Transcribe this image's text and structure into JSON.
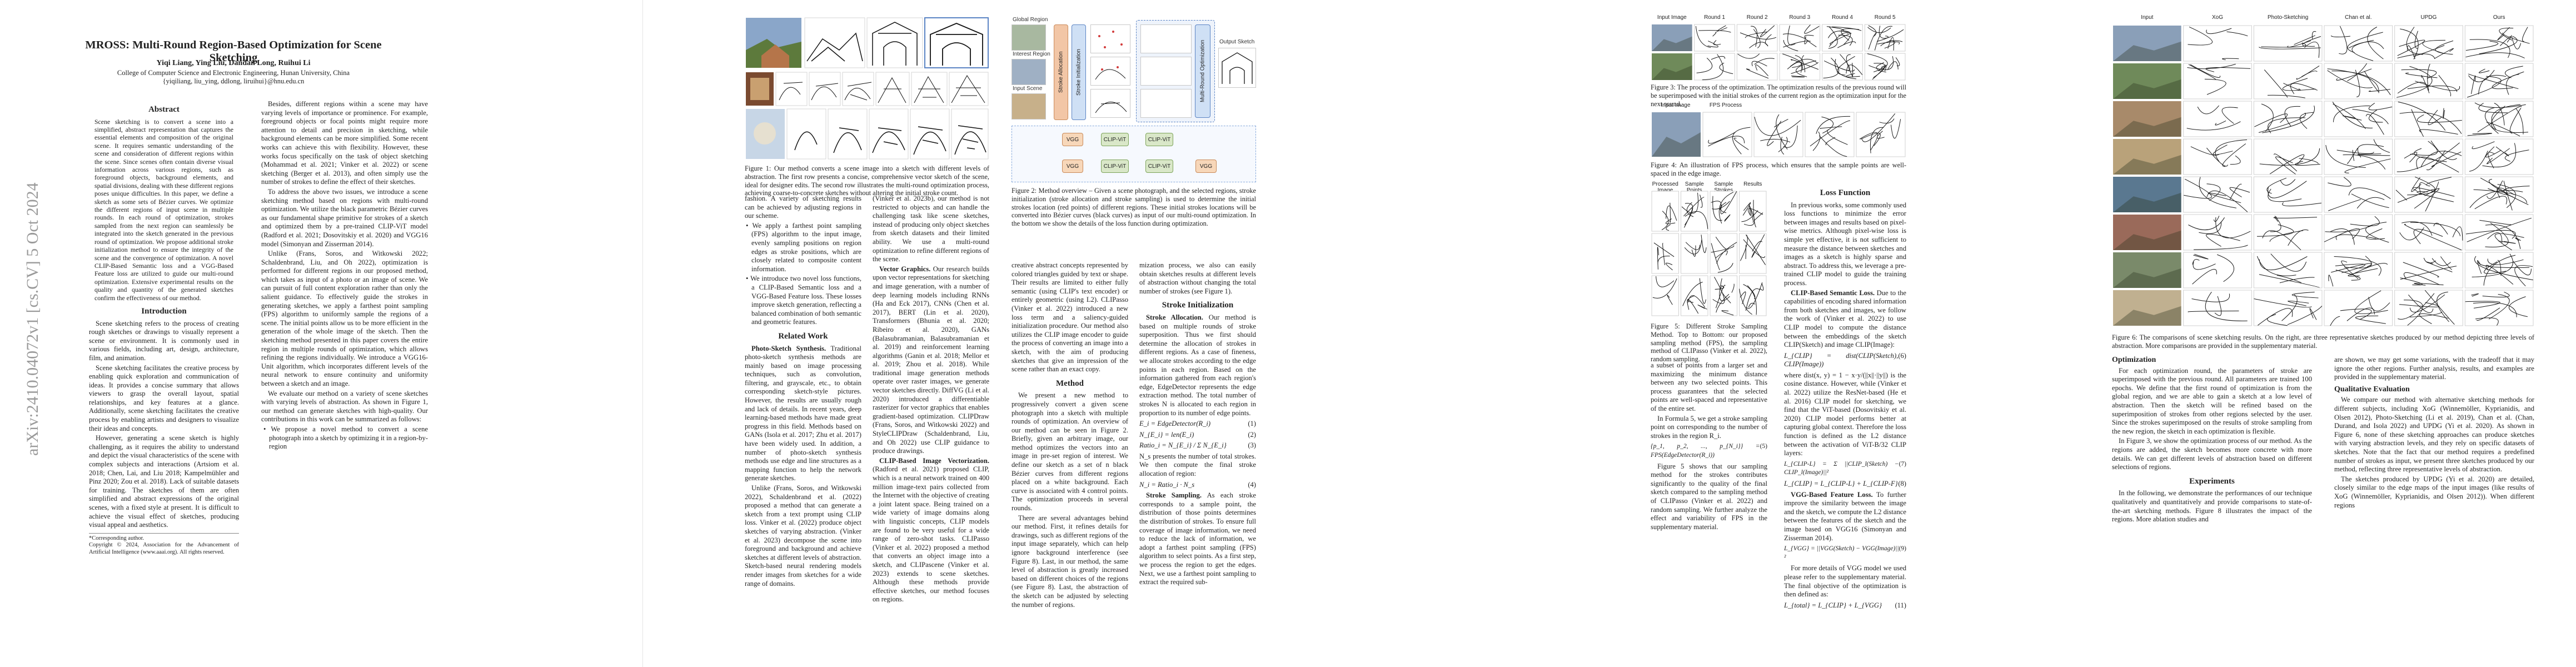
{
  "page1": {
    "arxiv_stamp": "arXiv:2410.04072v1  [cs.CV]  5 Oct 2024",
    "title": "MROSS: Multi-Round Region-Based Optimization for Scene Sketching",
    "authors": "Yiqi Liang, Ying Liu, Dandan Long, Ruihui Li",
    "affiliation": "College of Computer Science and Electronic Engineering, Hunan University, China",
    "emails": "{yiqiliang, liu_ying, ddlong, liruihui}@hnu.edu.cn",
    "abstract_heading": "Abstract",
    "abstract": "Scene sketching is to convert a scene into a simplified, abstract representation that captures the essential elements and composition of the original scene. It requires semantic understanding of the scene and consideration of different regions within the scene. Since scenes often contain diverse visual information across various regions, such as foreground objects, background elements, and spatial divisions, dealing with these different regions poses unique difficulties. In this paper, we define a sketch as some sets of Bézier curves. We optimize the different regions of input scene in multiple rounds. In each round of optimization, strokes sampled from the next region can seamlessly be integrated into the sketch generated in the previous round of optimization. We propose additional stroke initialization method to ensure the integrity of the scene and the convergence of optimization. A novel CLIP-Based Semantic loss and a VGG-Based Feature loss are utilized to guide our multi-round optimization. Extensive experimental results on the quality and quantity of the generated sketches confirm the effectiveness of our method.",
    "intro_heading": "Introduction",
    "intro_p1": "Scene sketching refers to the process of creating rough sketches or drawings to visually represent a scene or environment. It is commonly used in various fields, including art, design, architecture, film, and animation.",
    "intro_p2": "Scene sketching facilitates the creative process by enabling quick exploration and communication of ideas. It provides a concise summary that allows viewers to grasp the overall layout, spatial relationships, and key features at a glance. Additionally, scene sketching facilitates the creative process by enabling artists and designers to visualize their ideas and concepts.",
    "intro_p3": "However, generating a scene sketch is highly challenging, as it requires the ability to understand and depict the visual characteristics of the scene with complex subjects and interactions (Artsiom et al. 2018; Chen, Lai, and Liu 2018; Kampelmühler and Pinz 2020; Zou et al. 2018). Lack of suitable datasets for training. The sketches of them are often simplified and abstract expressions of the original scenes, with a fixed style at present. It is difficult to achieve the visual effect of sketches, producing visual appeal and aesthetics.",
    "footnote_star": "*Corresponding author.",
    "copyright": "Copyright © 2024, Association for the Advancement of Artificial Intelligence (www.aaai.org). All rights reserved.",
    "col2_p1": "Besides, different regions within a scene may have varying levels of importance or prominence. For example, foreground objects or focal points might require more attention to detail and precision in sketching, while background elements can be more simplified. Some recent works can achieve this with flexibility. However, these works focus specifically on the task of object sketching (Mohammad et al. 2021; Vinker et al. 2022) or scene sketching (Berger et al. 2013), and often simply use the number of strokes to define the effect of their sketches.",
    "col2_p2": "To address the above two issues, we introduce a scene sketching method based on regions with multi-round optimization. We utilize the black parametric Bézier curves as our fundamental shape primitive for strokes of a sketch and optimized them by a pre-trained CLIP-ViT model (Radford et al. 2021; Dosovitskiy et al. 2020) and VGG16 model (Simonyan and Zisserman 2014).",
    "col2_p3": "Unlike (Frans, Soros, and Witkowski 2022; Schaldenbrand, Liu, and Oh 2022), optimization is performed for different regions in our proposed method, which takes as input of a photo or an image of scene. We can pursuit of full content exploration rather than only the salient guidance. To effectively guide the strokes in generating sketches, we apply a farthest point sampling (FPS) algorithm to uniformly sample the regions of a scene. The initial points allow us to be more efficient in the generation of the whole image of the sketch. Then the sketching method presented in this paper covers the entire region in multiple rounds of optimization, which allows refining the regions individually. We introduce a VGG16-Unit algorithm, which incorporates different levels of the neural network to ensure continuity and uniformity between a sketch and an image.",
    "col2_p4": "We evaluate our method on a variety of scene sketches with varying levels of abstraction. As shown in Figure 1, our method can generate sketches with high-quality. Our contributions in this work can be summarized as follows:",
    "col2_bullet1": "We propose a novel method to convert a scene photograph into a sketch by optimizing it in a region-by-region"
  },
  "page2": {
    "fig1_caption": "Figure 1: Our method converts a scene image into a sketch with different levels of abstraction. The first row presents a concise, comprehensive vector sketch of the scene, ideal for designer edits. The second row illustrates the multi-round optimization process, achieving coarse-to-concrete sketches without altering the initial stroke count.",
    "col1_top": "fashion. A variety of sketching results can be achieved by adjusting regions in our scheme.",
    "bullet2": "We apply a farthest point sampling (FPS) algorithm to the input image, evenly sampling positions on region edges as stroke positions, which are closely related to composite content information.",
    "bullet3": "We introduce two novel loss functions, a CLIP-Based Semantic loss and a VGG-Based Feature loss. These losses improve sketch generation, reflecting a balanced combination of both semantic and geometric features.",
    "related_heading": "Related Work",
    "related_p1_title": "Photo-Sketch Synthesis.",
    "related_p1": "Traditional photo-sketch synthesis methods are mainly based on image processing techniques, such as convolution, filtering, and grayscale, etc., to obtain corresponding sketch-style pictures. However, the results are usually rough and lack of details. In recent years, deep learning-based methods have made great progress in this field. Methods based on GANs (Isola et al. 2017; Zhu et al. 2017) have been widely used. In addition, a number of photo-sketch synthesis methods use edge and line structures as a mapping function to help the network generate sketches.",
    "related_p2": "Unlike (Frans, Soros, and Witkowski 2022), Schaldenbrand et al. (2022) proposed a method that can generate a sketch from a text prompt using CLIP loss. Vinker et al. (2022) produce object sketches of varying abstraction. (Vinker et al. 2023) decompose the scene into foreground and background and achieve sketches at different levels of abstraction. Sketch-based neural rendering models render images from sketches for a wide range of domains.",
    "col2_p1": "(Vinker et al. 2023b), our method is not restricted to objects and can handle the challenging task like scene sketches, instead of producing only object sketches from sketch datasets and their limited ability. We use a multi-round optimization to refine different regions of the scene.",
    "vector_title": "Vector Graphics.",
    "vector_p": "Our research builds upon vector representations for sketching and image generation, with a number of deep learning models including RNNs (Ha and Eck 2017), CNNs (Chen et al. 2017), BERT (Lin et al. 2020), Transformers (Bhunia et al. 2020; Ribeiro et al. 2020), GANs (Balasubramanian, Balasubramanian et al. 2019) and reinforcement learning algorithms (Ganin et al. 2018; Mellor et al. 2019; Zhou et al. 2018). While traditional image generation methods operate over raster images, we generate vector sketches directly. DiffVG (Li et al. 2020) introduced a differentiable rasterizer for vector graphics that enables gradient-based optimization. CLIPDraw (Frans, Soros, and Witkowski 2022) and StyleCLIPDraw (Schaldenbrand, Liu, and Oh 2022) use CLIP guidance to produce drawings.",
    "clip_title": "CLIP-Based Image Vectorization.",
    "clip_p": "(Radford et al. 2021) proposed CLIP, which is a neural network trained on 400 million image-text pairs collected from the Internet with the objective of creating a joint latent space. Being trained on a wide variety of image domains along with linguistic concepts, CLIP models are found to be very useful for a wide range of zero-shot tasks. CLIPasso (Vinker et al. 2022) proposed a method that converts an object image into a sketch, and CLIPascene (Vinker et al. 2023) extends to scene sketches. Although these methods provide effective sketches, our method focuses on regions.",
    "fig2_labels": {
      "global_region": "Global Region",
      "interest_region": "Interest Region",
      "input_scene": "Input Scene",
      "stroke_alloc": "Stroke Allocation",
      "stroke_init": "Stroke Initialization",
      "multi_round": "Multi-Round Optimization",
      "output": "Output Sketch",
      "vgg": "VGG",
      "clip": "CLIP-ViT"
    },
    "fig2_caption": "Figure 2: Method overview – Given a scene photograph, and the selected regions, stroke initialization (stroke allocation and stroke sampling) is used to determine the initial strokes location (red points) of different regions. These initial strokes locations will be converted into Bézier curves (black curves) as input of our multi-round optimization. In the bottom we show the details of the loss function during optimization.",
    "col3_p1": "creative abstract concepts represented by colored triangles guided by text or shape. Their results are limited to either fully semantic (using CLIP's text encoder) or entirely geometric (using L2). CLIPasso (Vinker et al. 2022) introduced a new loss term and a saliency-guided initialization procedure. Our method also utilizes the CLIP image encoder to guide the process of converting an image into a sketch, with the aim of producing sketches that give an impression of the scene rather than an exact copy.",
    "method_heading": "Method",
    "method_p1": "We present a new method to progressively convert a given scene photograph into a sketch with multiple rounds of optimization. An overview of our method can be seen in Figure 2. Briefly, given an arbitrary image, our method optimizes the vectors into an image in pre-set region of interest. We define our sketch as a set of n black Bézier curves from different regions placed on a white background. Each curve is associated with 4 control points. The optimization proceeds in several rounds.",
    "method_p2": "There are several advantages behind our method. First, it refines details for drawings, such as different regions of the input image separately, which can help ignore background interference (see Figure 8). Last, in our method, the same level of abstraction is greatly increased based on different choices of the regions (see Figure 8). Last, the abstraction of the sketch can be adjusted by selecting the number of regions.",
    "col4_p1": "mization process, we also can easily obtain sketches results at different levels of abstraction without changing the total number of strokes (see Figure 1).",
    "stroke_init_heading": "Stroke Initialization",
    "stroke_alloc_title": "Stroke Allocation.",
    "stroke_alloc_p": "Our method is based on multiple rounds of stroke superposition. Thus we first should determine the allocation of strokes in different regions. As a case of fineness, we allocate strokes according to the edge points in each region. Based on the information gathered from each region's edge, EdgeDetector represents the edge extraction method. The total number of strokes N is allocated to each region in proportion to its number of edge points.",
    "eq1": "E_i = EdgeDetector(R_i)",
    "eq1_num": "(1)",
    "eq2": "N_{E_i} = len(E_i)",
    "eq2_num": "(2)",
    "eq3": "Ratio_i = N_{E_i} / Σ N_{E_i}",
    "eq3_num": "(3)",
    "eq4_intro": "N_s presents the number of total strokes. We then compute the final stroke allocation of region:",
    "eq4": "N_i = Ratio_i · N_s",
    "eq4_num": "(4)",
    "stroke_sampling_title": "Stroke Sampling.",
    "stroke_sampling_p": "As each stroke corresponds to a sample point, the distribution of those points determines the distribution of strokes. To ensure full coverage of image information, we need to reduce the lack of information, we adopt a farthest point sampling (FPS) algorithm to select points. As a first step, we process the region to get the edges. Next, we use a farthest point sampling to extract the required sub-"
  },
  "page3": {
    "fig3_headers": [
      "Input Image",
      "Round 1",
      "Round 2",
      "Round 3",
      "Round 4",
      "Round 5"
    ],
    "fig3_caption": "Figure 3: The process of the optimization. The optimization results of the previous round will be superimposed with the initial strokes of the current region as the optimization input for the next round.",
    "fig4_headers": [
      "Input Image",
      "FPS Process"
    ],
    "fig4_caption": "Figure 4: An illustration of FPS process, which ensures that the sample points are well-spaced in the edge image.",
    "fig5_headers": [
      "Processed Image",
      "Sample Points",
      "Sample Strokes",
      "Results"
    ],
    "fig5_caption": "Figure 5: Different Stroke Sampling Method. Top to Bottom: our proposed sampling method (FPS), the sampling method of CLIPasso (Vinker et al. 2022), random sampling.",
    "col1_p1": "a subset of points from a larger set and maximizing the minimum distance between any two selected points. This process guarantees that the selected points are well-spaced and representative of the entire set.",
    "col1_p2": "In Formula 5, we get a stroke sampling point on corresponding to the number of strokes in the region R_i.",
    "eq5": "{p_1, p_2, ..., p_{N_i}} = FPS(EdgeDetector(R_i))",
    "eq5_num": "(5)",
    "col1_p3": "Figure 5 shows that our sampling method for the strokes contributes significantly to the quality of the final sketch compared to the sampling method of CLIPasso (Vinker et al. 2022) and random sampling. We further analyze the effect and variability of FPS in the supplementary material.",
    "loss_heading": "Loss Function",
    "loss_p1": "In previous works, some commonly used loss functions to minimize the error between images and results based on pixel-wise metrics. Although pixel-wise loss is simple yet effective, it is not sufficient to measure the distance between sketches and images as a sketch is highly sparse and abstract. To address this, we leverage a pre-trained CLIP model to guide the training process.",
    "clipsem_title": "CLIP-Based Semantic Loss.",
    "clipsem_p": "Due to the capabilities of encoding shared information from both sketches and images, we follow the work of (Vinker et al. 2022) to use CLIP model to compute the distance between the embeddings of the sketch CLIP(Sketch) and image CLIP(Image):",
    "eq6": "L_{CLIP} = dist(CLIP(Sketch), CLIP(Image))",
    "eq6_num": "(6)",
    "clipsem_p2": "where dist(x, y) = 1 − x·y/(||x||·||y||) is the cosine distance. However, while (Vinker et al. 2022) utilize the ResNet-based (He et al. 2016) CLIP model for sketching, we find that the ViT-based (Dosovitskiy et al. 2020) CLIP model performs better at capturing global context. Therefore the loss function is defined as the L2 distance between the activation of ViT-B/32 CLIP layers:",
    "eq7": "L_{CLIP-L} = Σ ||CLIP_l(Sketch) − CLIP_l(Image)||²",
    "eq7_num": "(7)",
    "eq8": "L_{CLIP} = L_{CLIP-L} + L_{CLIP-F}",
    "eq8_num": "(8)",
    "vggfeat_title": "VGG-Based Feature Loss.",
    "vggfeat_p": "To further improve the similarity between the image and the sketch, we compute the L2 distance between the features of the sketch and the image based on VGG16 (Simonyan and Zisserman 2014).",
    "eq9": "L_{VGG} = ||VGG(Sketch) − VGG(Image)||²",
    "eq9_num": "(9)",
    "col2_p_end": "For more details of VGG model we used please refer to the supplementary material. The final objective of the optimization is then defined as:",
    "eq11": "L_{total} = L_{CLIP} + L_{VGG}",
    "eq11_num": "(11)",
    "page_number": ""
  },
  "page4": {
    "fig6_headers": [
      "Input",
      "XoG",
      "Photo-Sketching",
      "Chan et al.",
      "UPDG",
      "Ours"
    ],
    "fig6_caption": "Figure 6: The comparisons of scene sketching results. On the right, are three representative sketches produced by our method depicting three levels of abstraction. More comparisons are provided in the supplementary material.",
    "opt_heading": "Optimization",
    "opt_p": "For each optimization round, the parameters of stroke are superimposed with the previous round. All parameters are trained 100 epochs. We define that the first round of optimization is from the global region, and we are able to gain a sketch at a low level of abstraction. Then the sketch will be refined based on the superimposition of strokes from other regions selected by the user. Since the strokes superimposed on the results of stroke sampling from the new region, the sketch in each optimization is flexible.",
    "opt_p2": "In Figure 3, we show the optimization process of our method. As the regions are added, the sketch becomes more concrete with more details. We can get different levels of abstraction based on different selections of regions.",
    "exp_heading": "Experiments",
    "exp_p": "In the following, we demonstrate the performances of our technique qualitatively and quantitatively and provide comparisons to state-of-the-art sketching methods. Figure 8 illustrates the impact of the regions. More ablation studies and",
    "col2_p1": "are shown, we may get some variations, with the tradeoff that it may ignore the other regions. Further analysis, results, and examples are provided in the supplementary material.",
    "qual_heading": "Qualitative Evaluation",
    "qual_p": "We compare our method with alternative sketching methods for different subjects, including XoG (Winnemöller, Kyprianidis, and Olsen 2012), Photo-Sketching (Li et al. 2019), Chan et al. (Chan, Durand, and Isola 2022) and UPDG (Yi et al. 2020). As shown in Figure 6, none of these sketching approaches can produce sketches with varying abstraction levels, and they rely on specific datasets of sketches. Note that the fact that our method requires a predefined number of strokes as input, we present three sketches produced by our method, reflecting three representative levels of abstraction.",
    "qual_p2": "The sketches produced by UPDG (Yi et al. 2020) are detailed, closely similar to the edge maps of the input images (like results of XoG (Winnemöller, Kyprianidis, and Olsen 2012)). When different regions"
  },
  "colors": {
    "page_bg": "#ffffff",
    "text": "#222222",
    "arxiv_gray": "#9a9a9a",
    "figure_blue": "#86a9dc",
    "stroke_red": "#d23c3c"
  }
}
